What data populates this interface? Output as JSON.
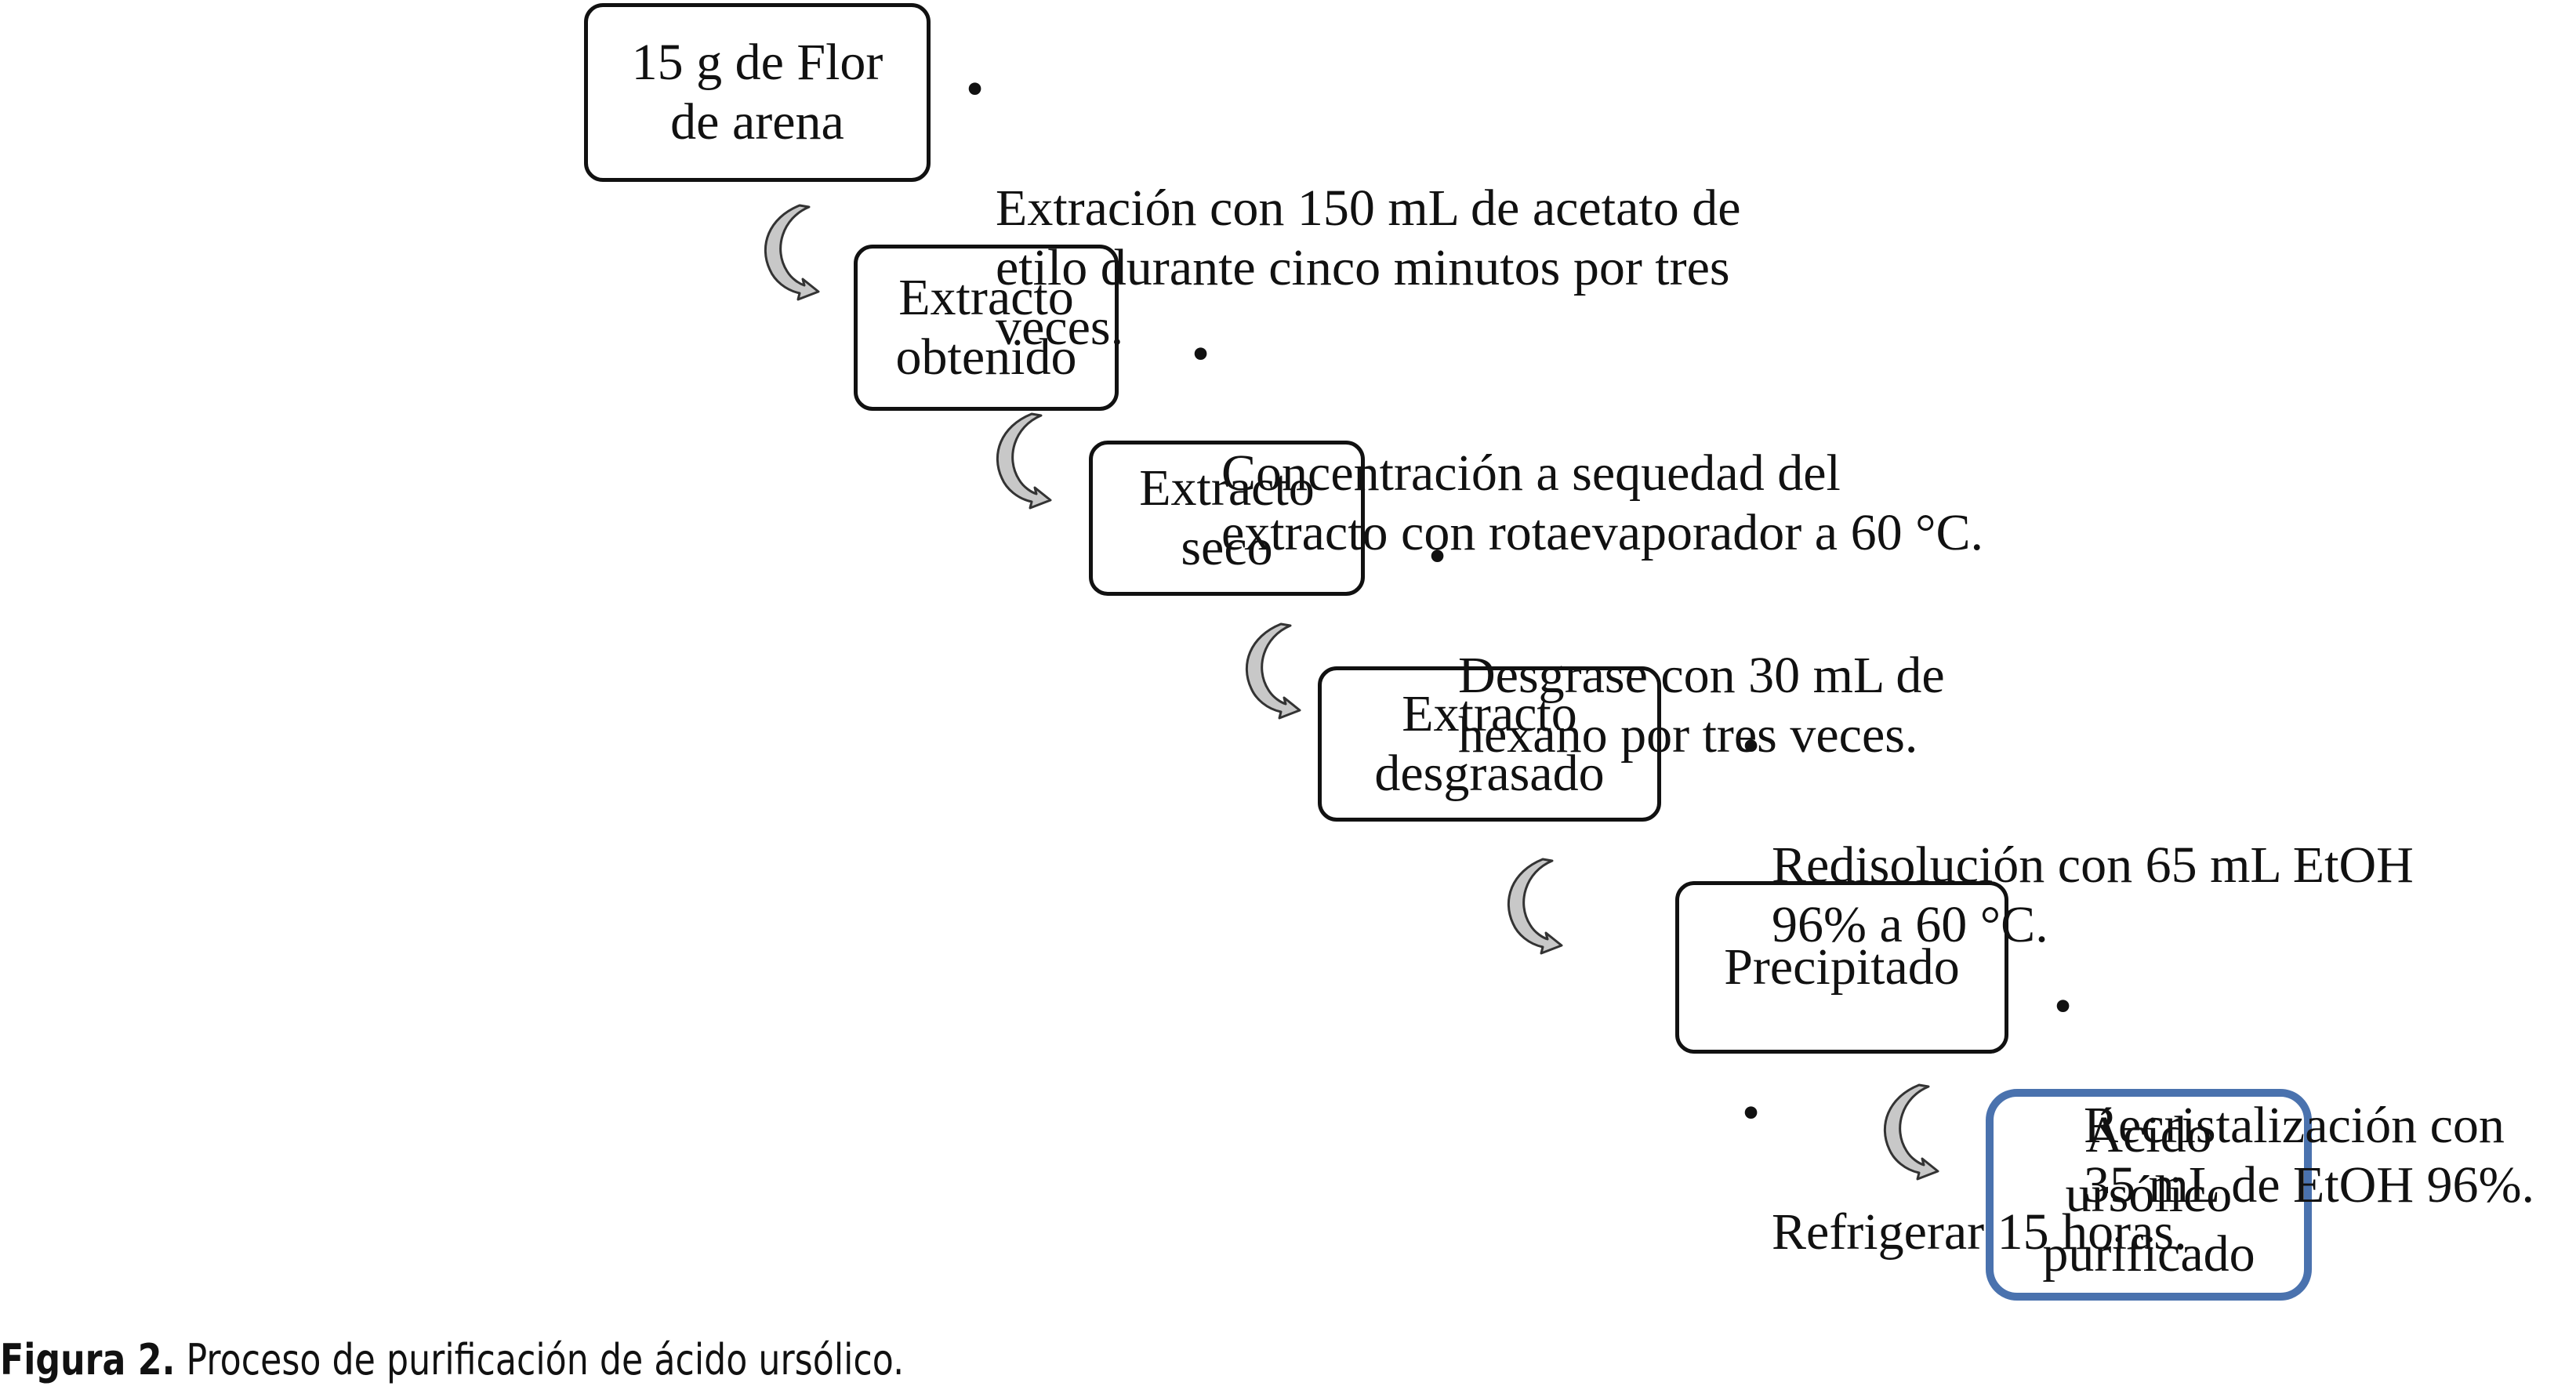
{
  "steps": [
    {
      "label": "15 g de Flor\nde arena",
      "final": false
    },
    {
      "label": "Extracto\nobtenido",
      "final": false
    },
    {
      "label": "Extracto\nseco",
      "final": false
    },
    {
      "label": "Extracto\ndesgrasado",
      "final": false
    },
    {
      "label": "Precipitado",
      "final": false
    },
    {
      "label": "Ácido\nursólico\npurificado",
      "final": true
    }
  ],
  "notes": [
    {
      "items": [
        "Extración con 150 mL de acetato de\netilo durante cinco minutos por tres\nveces."
      ]
    },
    {
      "items": [
        "Concentración a sequedad  del\nextracto con rotaevaporador a  60 °C."
      ]
    },
    {
      "items": [
        "Desgrase con 30 mL de\nhexano por tres veces."
      ]
    },
    {
      "items": [
        "Redisolución con 65 mL EtOH\n96% a 60 °C.",
        "Refrigerar 15 horas."
      ]
    },
    {
      "items": [
        "Recristalización con\n35 mL de EtOH 96%."
      ]
    }
  ],
  "bullet_char": "•",
  "caption": {
    "label": "Figura 2.",
    "text": " Proceso de purificación de ácido ursólico."
  },
  "colors": {
    "box_border": "#111111",
    "final_box_border": "#4a72ae",
    "arrow_fill": "#c8c8c8",
    "arrow_stroke": "#333333"
  }
}
